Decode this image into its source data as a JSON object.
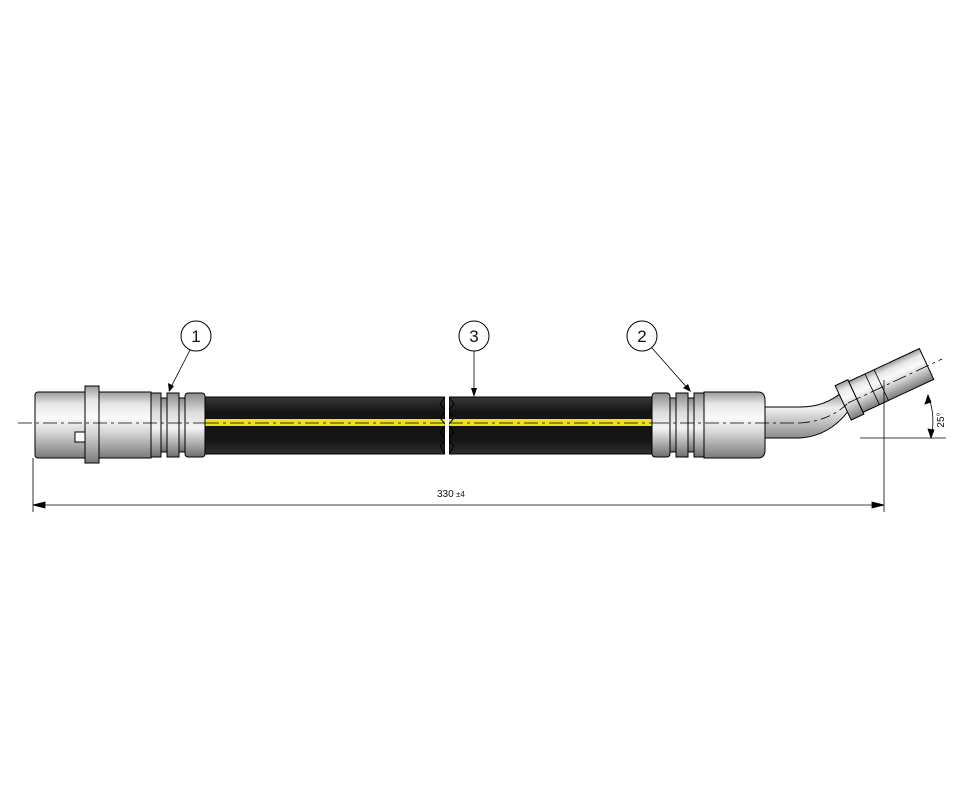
{
  "callouts": [
    {
      "id": "1",
      "label": "1"
    },
    {
      "id": "3",
      "label": "3"
    },
    {
      "id": "2",
      "label": "2"
    }
  ],
  "dimensions": {
    "length_value": "330",
    "length_tolerance": "±4",
    "angle_value": "25°"
  },
  "colors": {
    "hose": "#1c1c1c",
    "stripe": "#f0e020",
    "metal_light": "#f2f2f2",
    "metal_dark": "#7a7a7a",
    "line": "#000000"
  }
}
